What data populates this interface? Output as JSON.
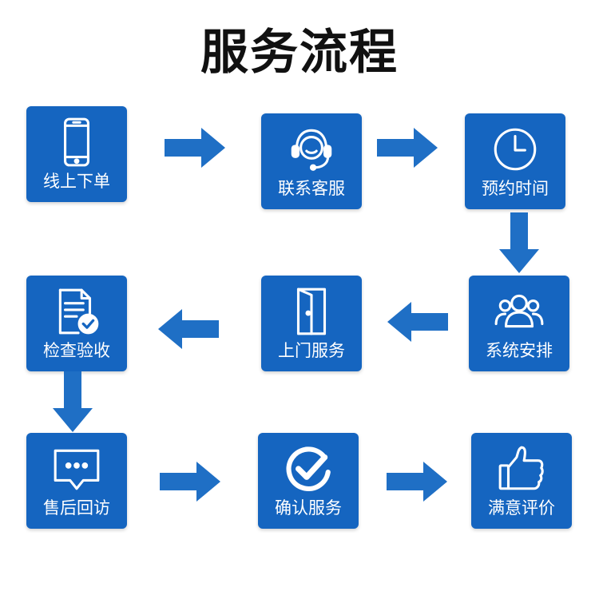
{
  "title": "服务流程",
  "colors": {
    "box": "#1565c0",
    "arrow": "#1f6fc5",
    "icon": "#ffffff",
    "title": "#111111"
  },
  "steps": [
    {
      "label": "线上下单",
      "icon": "smartphone-icon"
    },
    {
      "label": "联系客服",
      "icon": "headset-support-icon"
    },
    {
      "label": "预约时间",
      "icon": "clock-icon"
    },
    {
      "label": "系统安排",
      "icon": "users-group-icon"
    },
    {
      "label": "上门服务",
      "icon": "door-icon"
    },
    {
      "label": "检查验收",
      "icon": "document-check-icon"
    },
    {
      "label": "售后回访",
      "icon": "chat-bubble-icon"
    },
    {
      "label": "确认服务",
      "icon": "check-circle-icon"
    },
    {
      "label": "满意评价",
      "icon": "thumbs-up-icon"
    }
  ],
  "flow": [
    {
      "from": "线上下单",
      "to": "联系客服",
      "direction": "right"
    },
    {
      "from": "联系客服",
      "to": "预约时间",
      "direction": "right"
    },
    {
      "from": "预约时间",
      "to": "系统安排",
      "direction": "down"
    },
    {
      "from": "系统安排",
      "to": "上门服务",
      "direction": "left"
    },
    {
      "from": "上门服务",
      "to": "检查验收",
      "direction": "left"
    },
    {
      "from": "检查验收",
      "to": "售后回访",
      "direction": "down"
    },
    {
      "from": "售后回访",
      "to": "确认服务",
      "direction": "right"
    },
    {
      "from": "确认服务",
      "to": "满意评价",
      "direction": "right"
    }
  ]
}
